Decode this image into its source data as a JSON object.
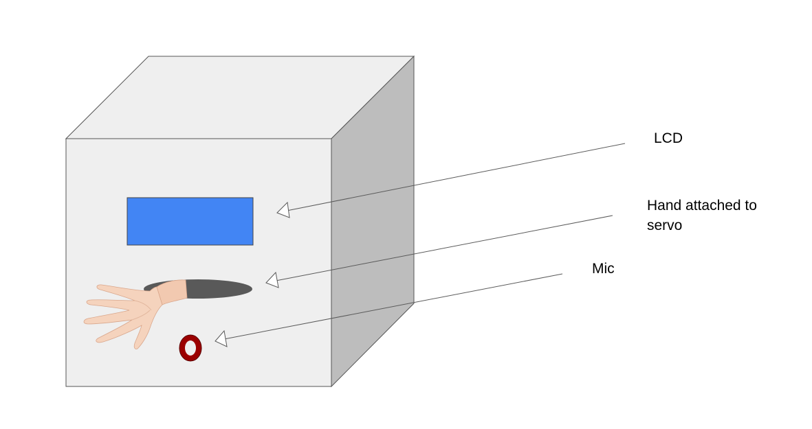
{
  "labels": {
    "lcd": "LCD",
    "hand_line1": "Hand attached to",
    "hand_line2": "servo",
    "mic": "Mic"
  },
  "colors": {
    "box_front": "#efefef",
    "box_top": "#efefef",
    "box_side": "#bdbdbd",
    "outline": "#555555",
    "lcd_screen": "#4285f4",
    "slot": "#595959",
    "mic_ring": "#9b0000",
    "arrow_line": "#595959"
  },
  "icons": {
    "hand": "hand-icon",
    "mic": "mic-icon"
  }
}
